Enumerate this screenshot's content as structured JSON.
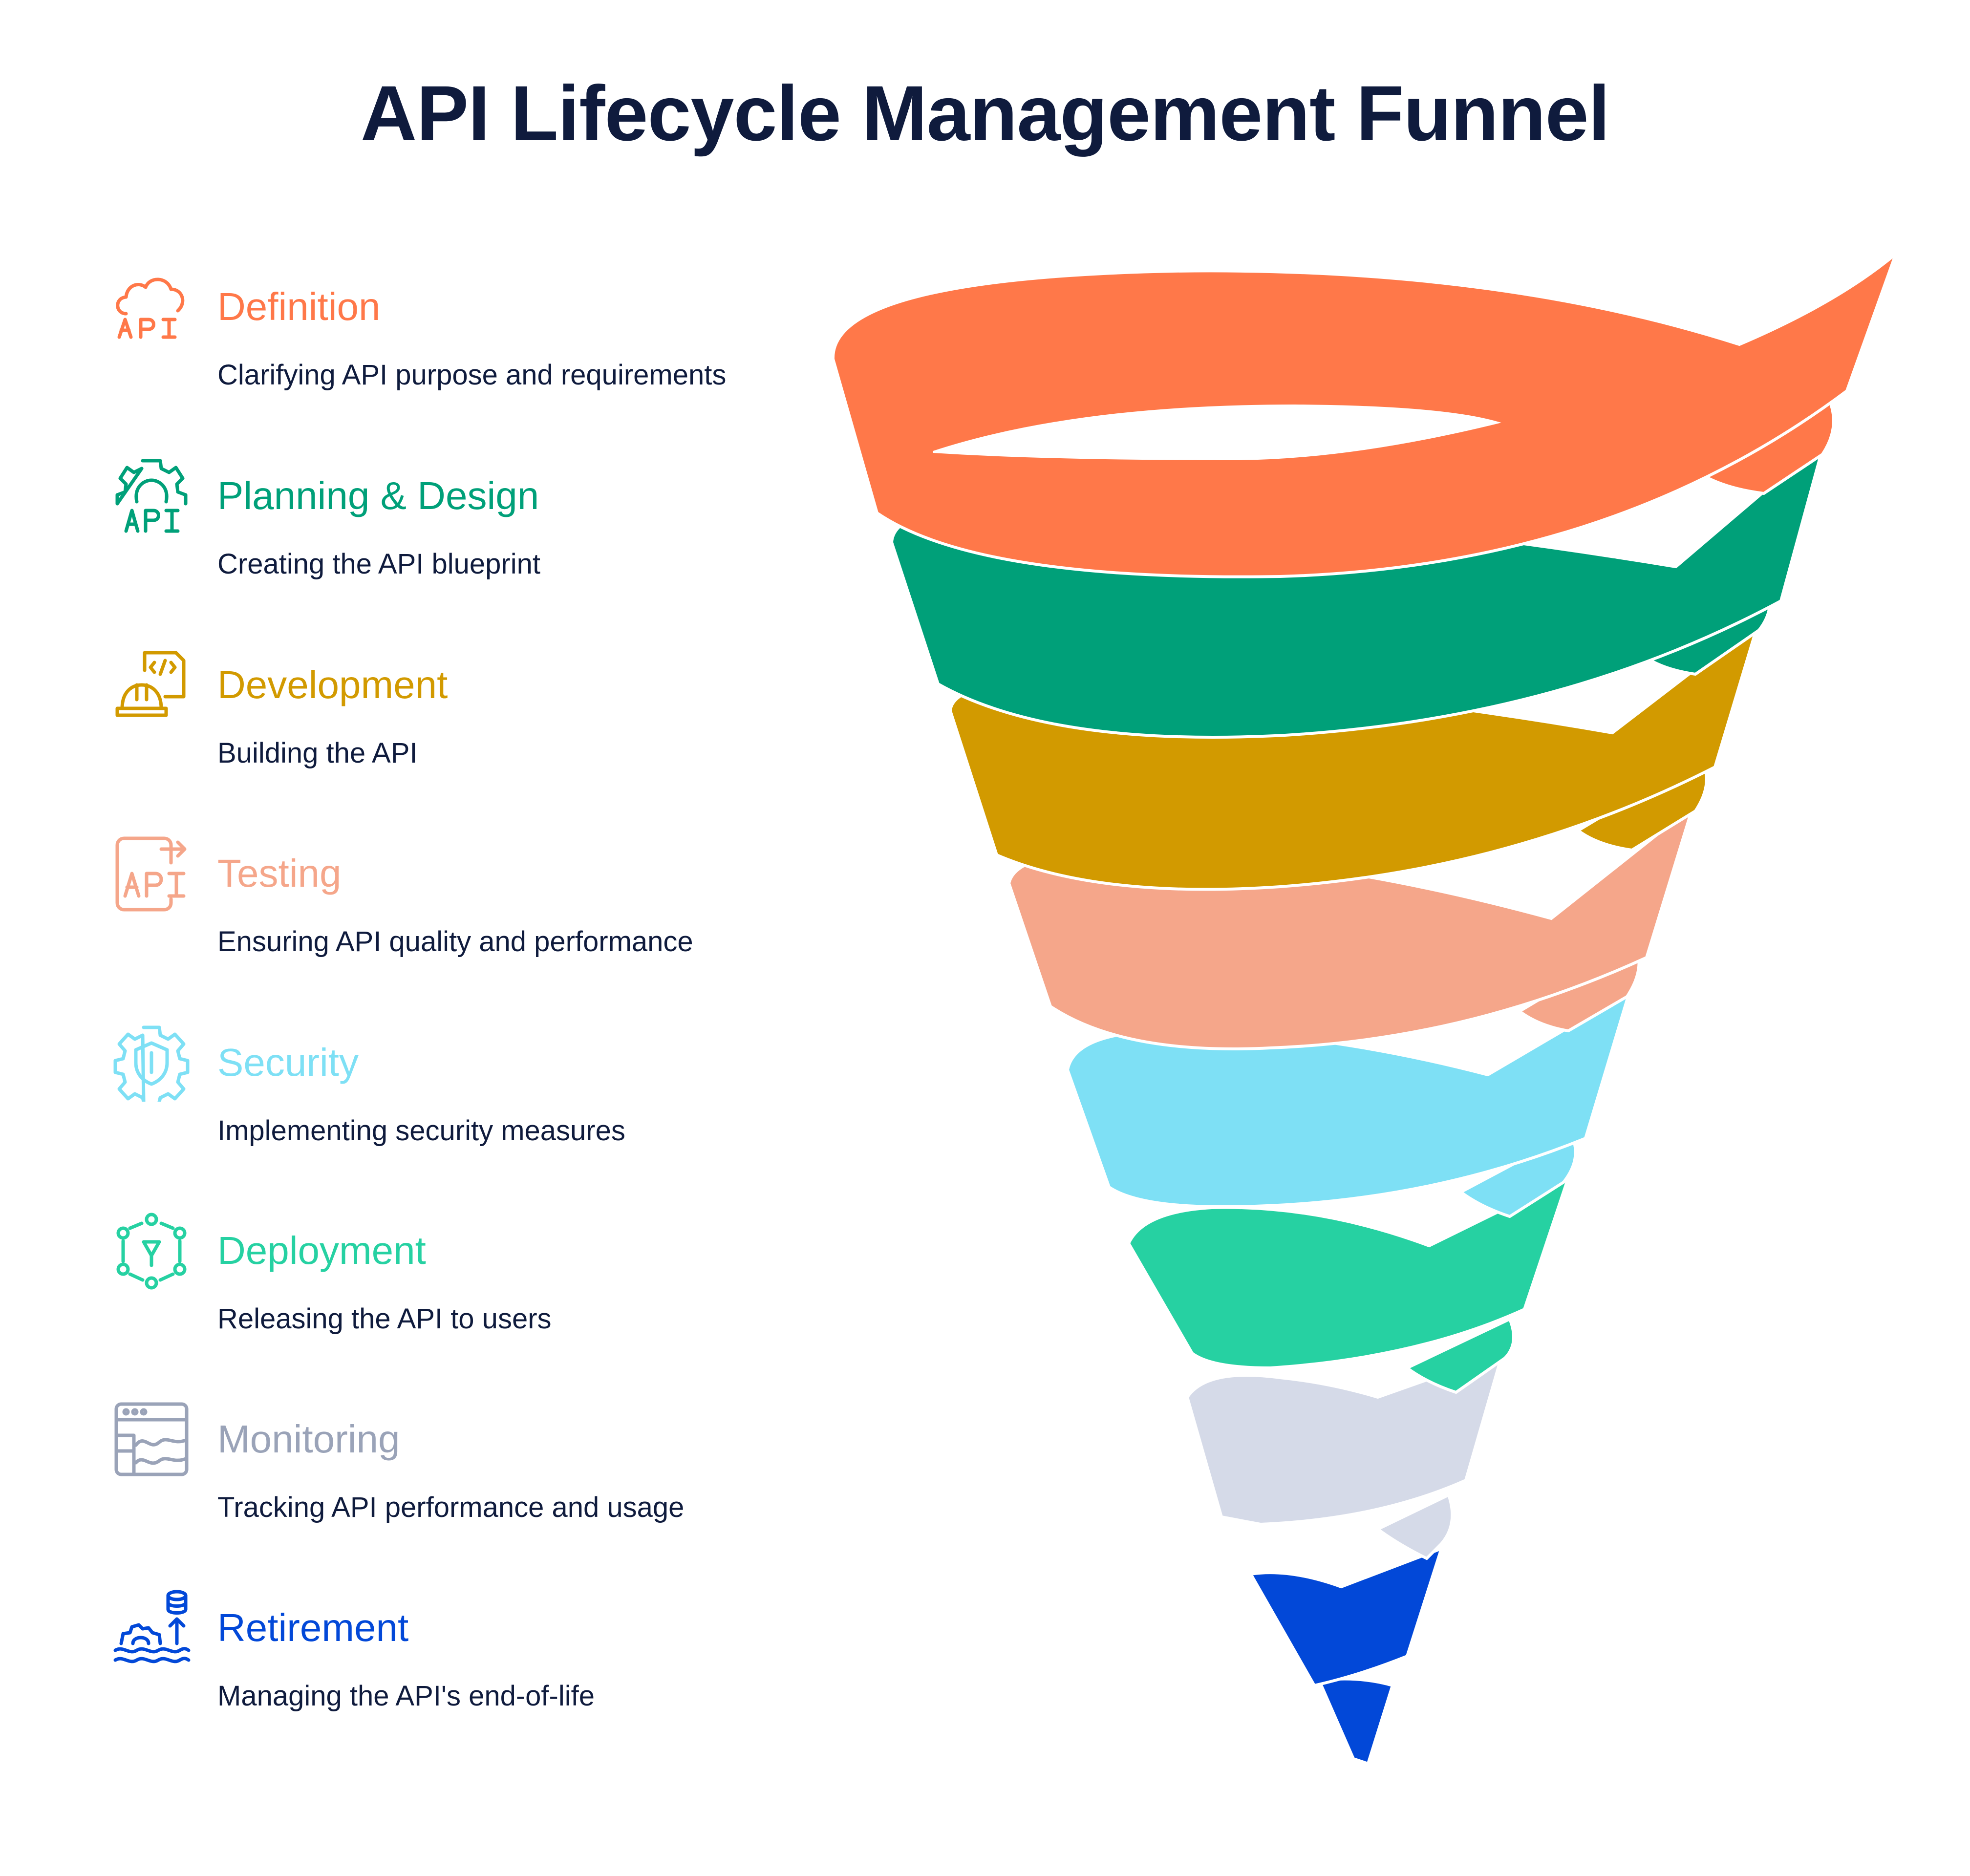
{
  "title": "API Lifecycle Management Funnel",
  "stages": [
    {
      "label": "Definition",
      "description": "Clarifying API purpose and requirements",
      "color": "#ff7849",
      "icon": "cloud-api-icon"
    },
    {
      "label": "Planning & Design",
      "description": "Creating the API blueprint",
      "color": "#00a079",
      "icon": "gear-api-icon"
    },
    {
      "label": "Development",
      "description": "Building the API",
      "color": "#d29a00",
      "icon": "hardhat-code-icon"
    },
    {
      "label": "Testing",
      "description": "Ensuring API quality and performance",
      "color": "#f5a68a",
      "icon": "api-document-arrow-icon"
    },
    {
      "label": "Security",
      "description": "Implementing security measures",
      "color": "#7ee0f5",
      "icon": "shield-gear-icon"
    },
    {
      "label": "Deployment",
      "description": "Releasing the API to users",
      "color": "#26d1a2",
      "icon": "network-nodes-icon"
    },
    {
      "label": "Monitoring",
      "description": "Tracking API performance and usage",
      "color": "#9aa3b8",
      "icon": "dashboard-window-icon"
    },
    {
      "label": "Retirement",
      "description": "Managing the API's end-of-life",
      "color": "#0248d8",
      "icon": "gear-database-icon"
    }
  ],
  "funnel_colors": [
    "#ff7849",
    "#00a079",
    "#d29a00",
    "#f5a68a",
    "#7ee0f5",
    "#26d1a2",
    "#d5dae8",
    "#0248d8"
  ]
}
